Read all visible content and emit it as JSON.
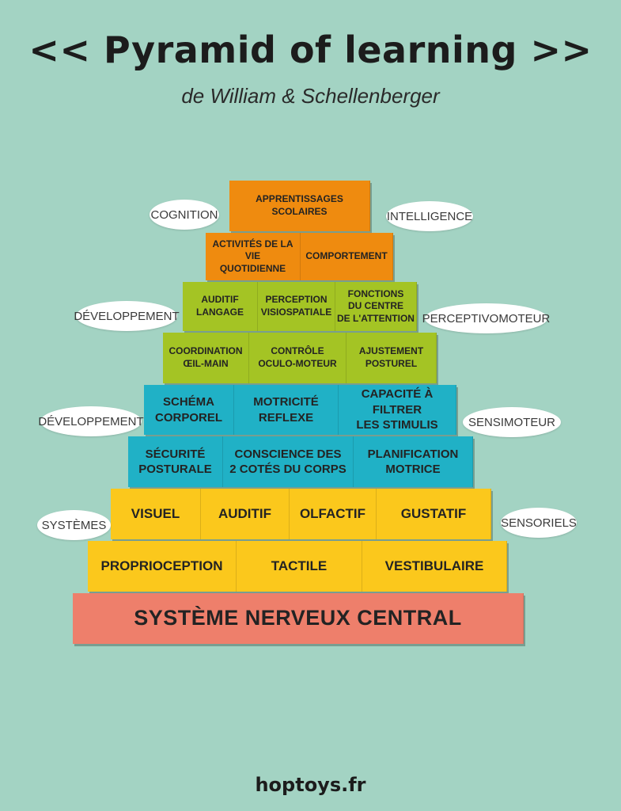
{
  "title": "<< Pyramid of learning >>",
  "subtitle": "de  William & Schellenberger",
  "colors": {
    "background": "#a3d3c3",
    "orange": "#ef8b0f",
    "light_green": "#a4c424",
    "teal": "#20b1c6",
    "yellow": "#fbc81c",
    "coral": "#ee7f6b"
  },
  "pyramid": {
    "row1": [
      "APPRENTISSAGES\nSCOLAIRES"
    ],
    "row2": [
      "ACTIVITÉS DE LA VIE\nQUOTIDIENNE",
      "COMPORTEMENT"
    ],
    "row3": [
      "AUDITIF\nLANGAGE",
      "PERCEPTION\nVISIOSPATIALE",
      "FONCTIONS\nDU CENTRE\nDE L'ATTENTION"
    ],
    "row4": [
      "COORDINATION\nŒIL-MAIN",
      "CONTRÔLE\nOCULO-MOTEUR",
      "AJUSTEMENT\nPOSTUREL"
    ],
    "row5": [
      "SCHÉMA\nCORPOREL",
      "MOTRICITÉ\nREFLEXE",
      "CAPACITÉ À FILTRER\nLES STIMULIS"
    ],
    "row6": [
      "SÉCURITÉ\nPOSTURALE",
      "CONSCIENCE DES\n2 COTÉS DU CORPS",
      "PLANIFICATION\nMOTRICE"
    ],
    "row7": [
      "VISUEL",
      "AUDITIF",
      "OLFACTIF",
      "GUSTATIF"
    ],
    "row8": [
      "PROPRIOCEPTION",
      "TACTILE",
      "VESTIBULAIRE"
    ],
    "base": "SYSTÈME NERVEUX CENTRAL"
  },
  "side_labels": {
    "cognition": "COGNITION",
    "intelligence": "INTELLIGENCE",
    "developpement_1": "DÉVELOPPEMENT",
    "perceptivomoteur": "PERCEPTIVOMOTEUR",
    "developpement_2": "DÉVELOPPEMENT",
    "sensimoteur": "SENSIMOTEUR",
    "systemes": "SYSTÈMES",
    "sensoriels": "SENSORIELS"
  },
  "footer": "hoptoys.fr"
}
